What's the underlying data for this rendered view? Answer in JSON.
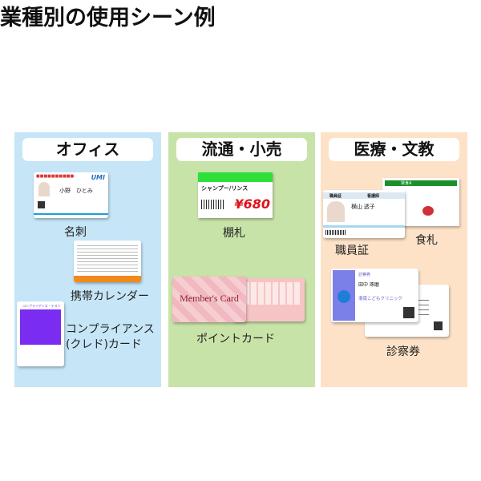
{
  "title": "業種別の使用シーン例",
  "colors": {
    "office_bg": "#c6e6f8",
    "retail_bg": "#c8e3a8",
    "medical_bg": "#fde2c8",
    "header_bg": "#ffffff"
  },
  "sections": [
    {
      "heading": "オフィス",
      "items": [
        {
          "label": "名刺",
          "card_text": {
            "logo": "UMI",
            "name": "小野　ひとみ"
          }
        },
        {
          "label": "携帯カレンダー"
        },
        {
          "label_line1": "コンプライアンス",
          "label_line2": "(クレド)カード",
          "card_text": {
            "heading": "コンプライアンス・テスト"
          }
        }
      ]
    },
    {
      "heading": "流通・小売",
      "items": [
        {
          "label": "棚札",
          "card_text": {
            "product": "シャンプー/リンス",
            "price": "¥680"
          }
        },
        {
          "label": "ポイントカード",
          "card_text": {
            "title": "Member's Card"
          }
        }
      ]
    },
    {
      "heading": "医療・文教",
      "items": [
        {
          "label": "職員証",
          "card_text": {
            "header_left": "職員証",
            "header_right": "看護師",
            "name": "横山 透子"
          }
        },
        {
          "label": "食札",
          "card_text": {
            "header": "常食A"
          }
        },
        {
          "label": "診察券",
          "card_text": {
            "title": "診察券",
            "name": "田中 琢磨",
            "clinic": "港南こどもクリニック"
          }
        }
      ]
    }
  ]
}
